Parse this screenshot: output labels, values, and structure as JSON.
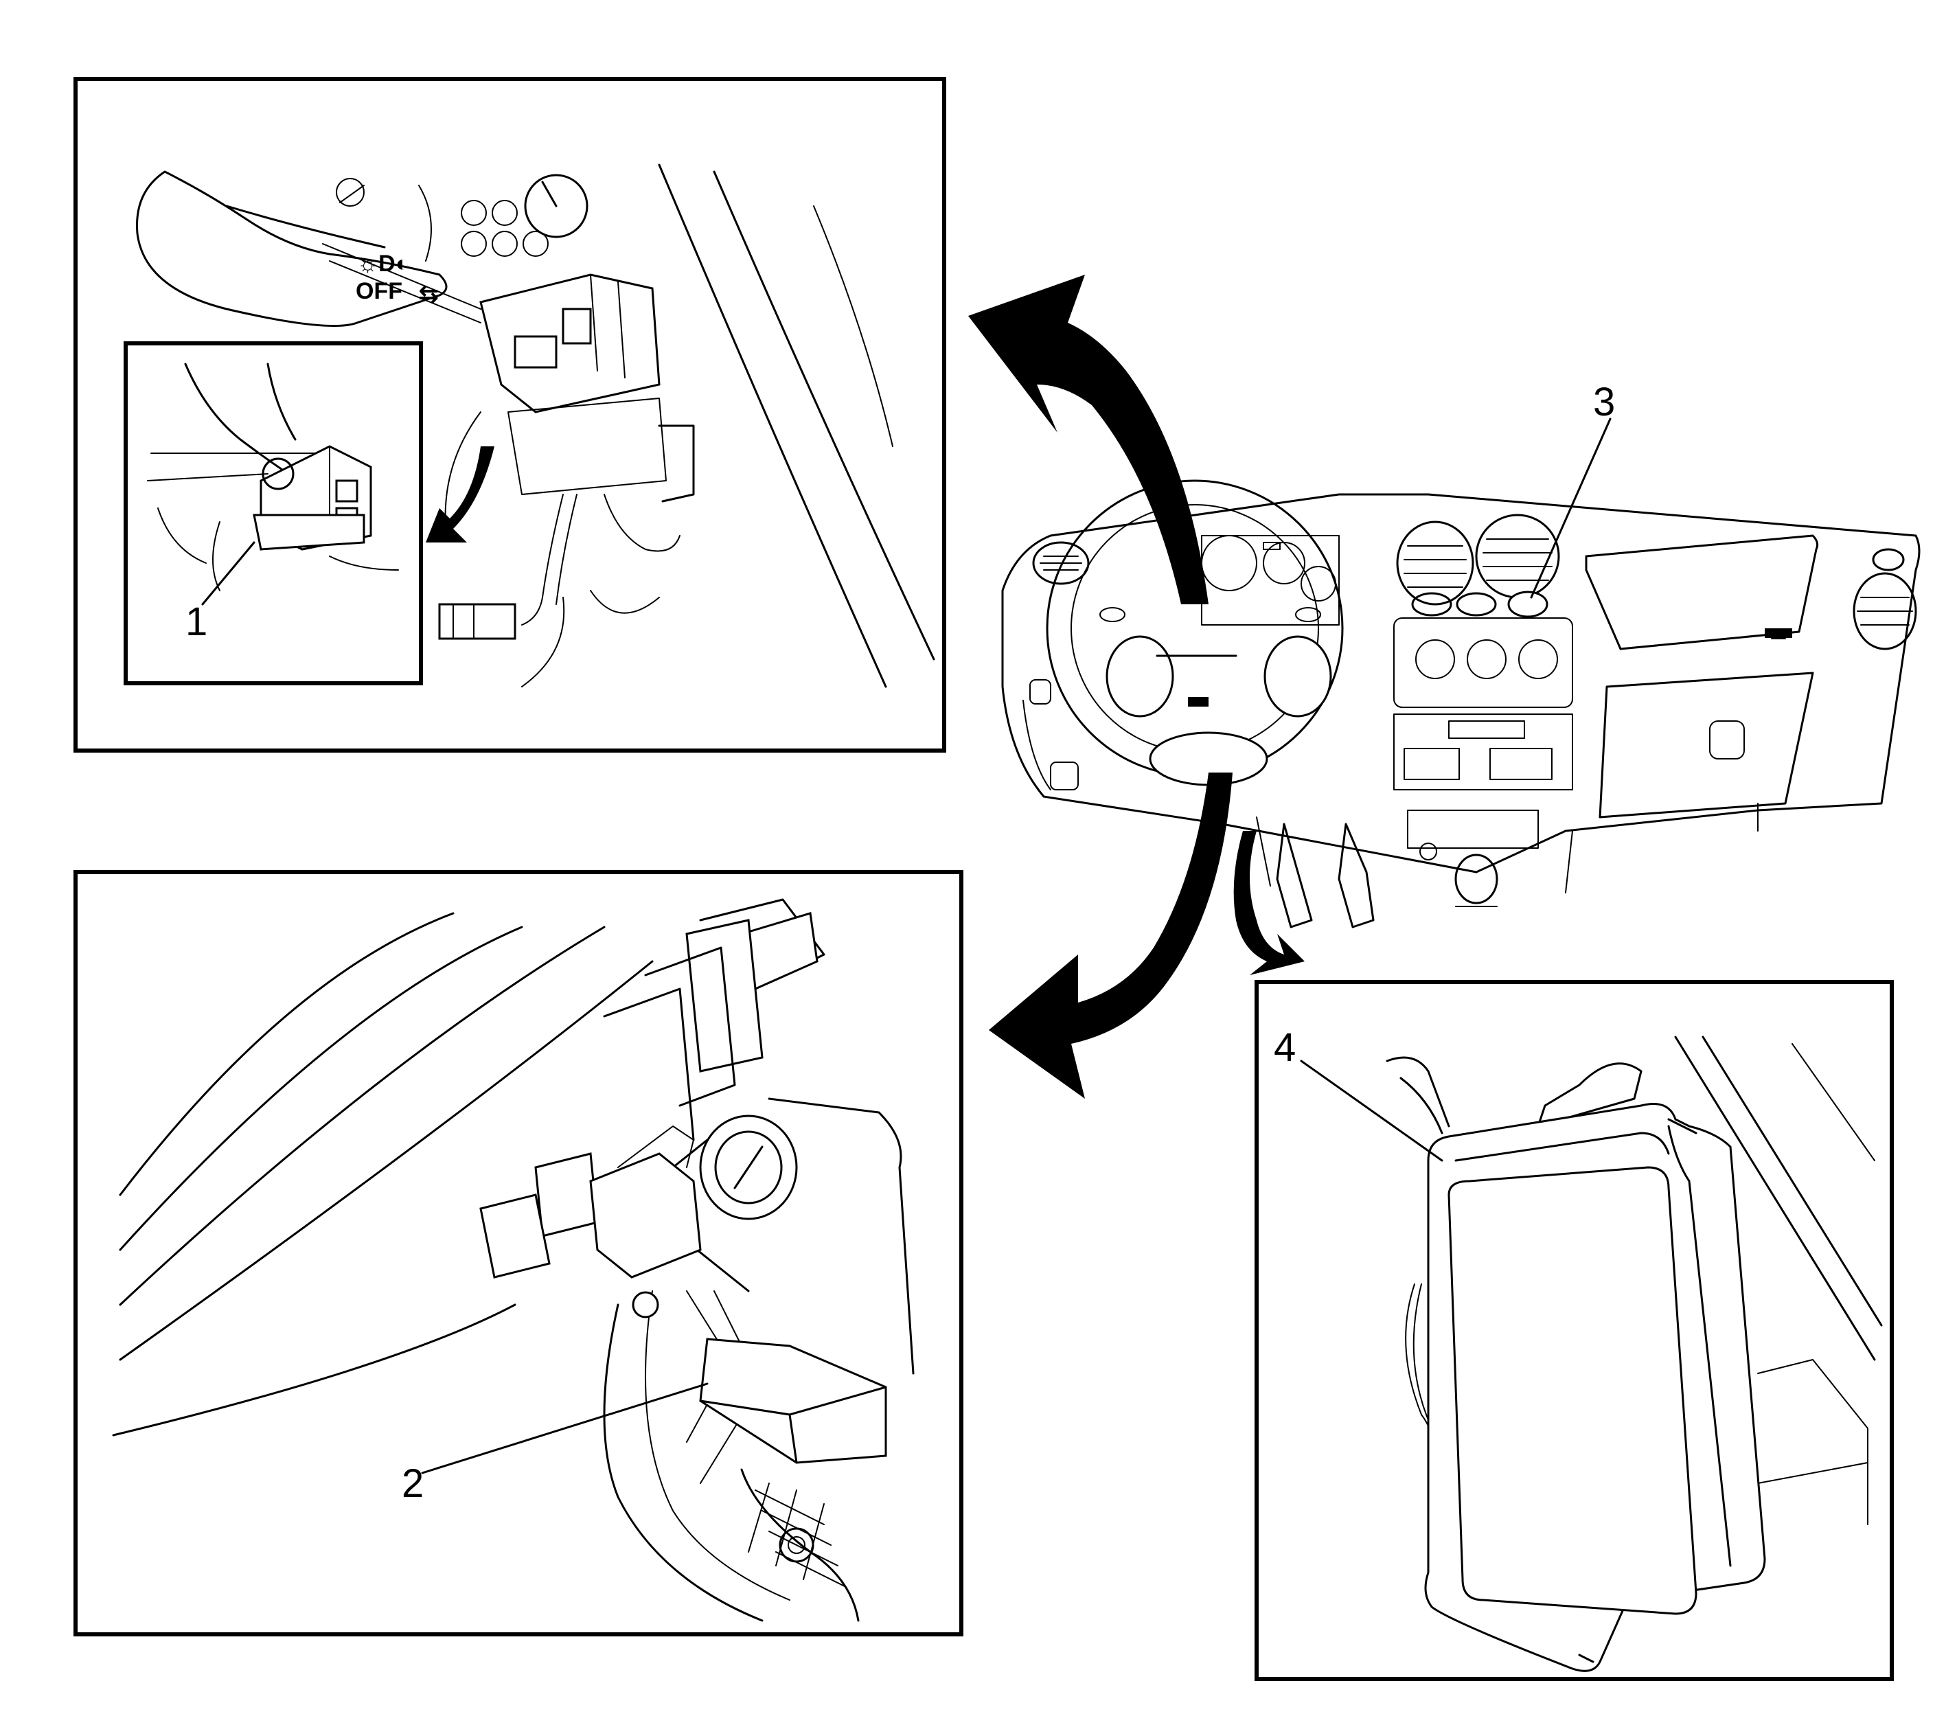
{
  "callouts": {
    "c1": "1",
    "c2": "2",
    "c3": "3",
    "c4": "4"
  },
  "switch_labels": {
    "off": "OFF"
  }
}
